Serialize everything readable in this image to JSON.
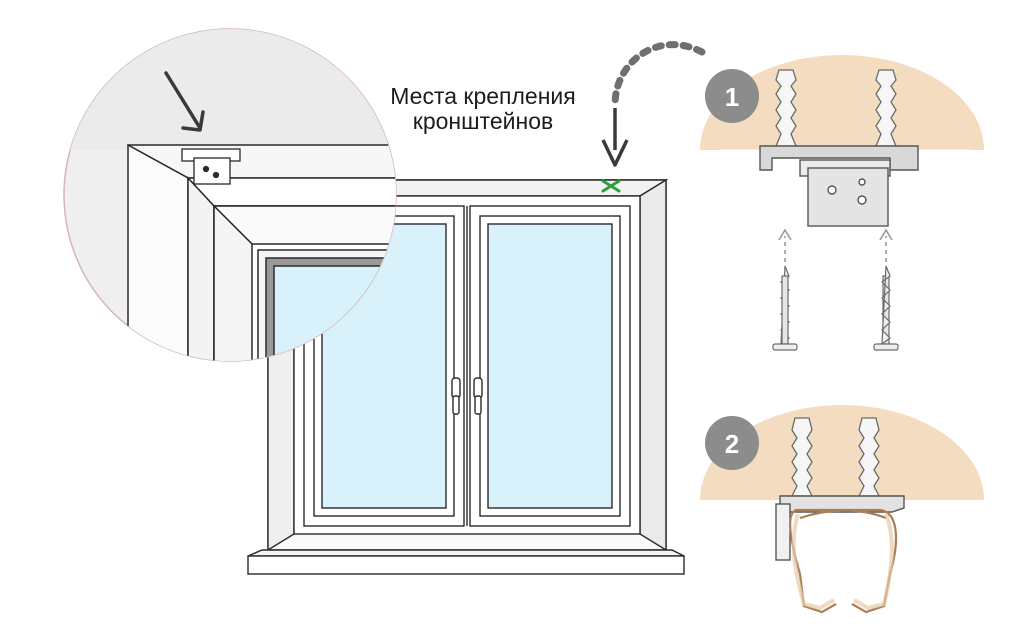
{
  "caption": {
    "line1": "Места крепления",
    "line2": "кронштейнов"
  },
  "steps": [
    {
      "number": "1"
    },
    {
      "number": "2"
    }
  ],
  "colors": {
    "glass": "#d9f1fb",
    "ceiling": "#f3dcc0",
    "badge": "#8c8c8c",
    "mark": "#2e9e3a",
    "profile": "#c9a27c"
  },
  "icons": {
    "arrow": "arrow-down-icon",
    "mark": "x-mark-icon",
    "screw": "screw-icon",
    "dowel": "dowel-icon"
  }
}
